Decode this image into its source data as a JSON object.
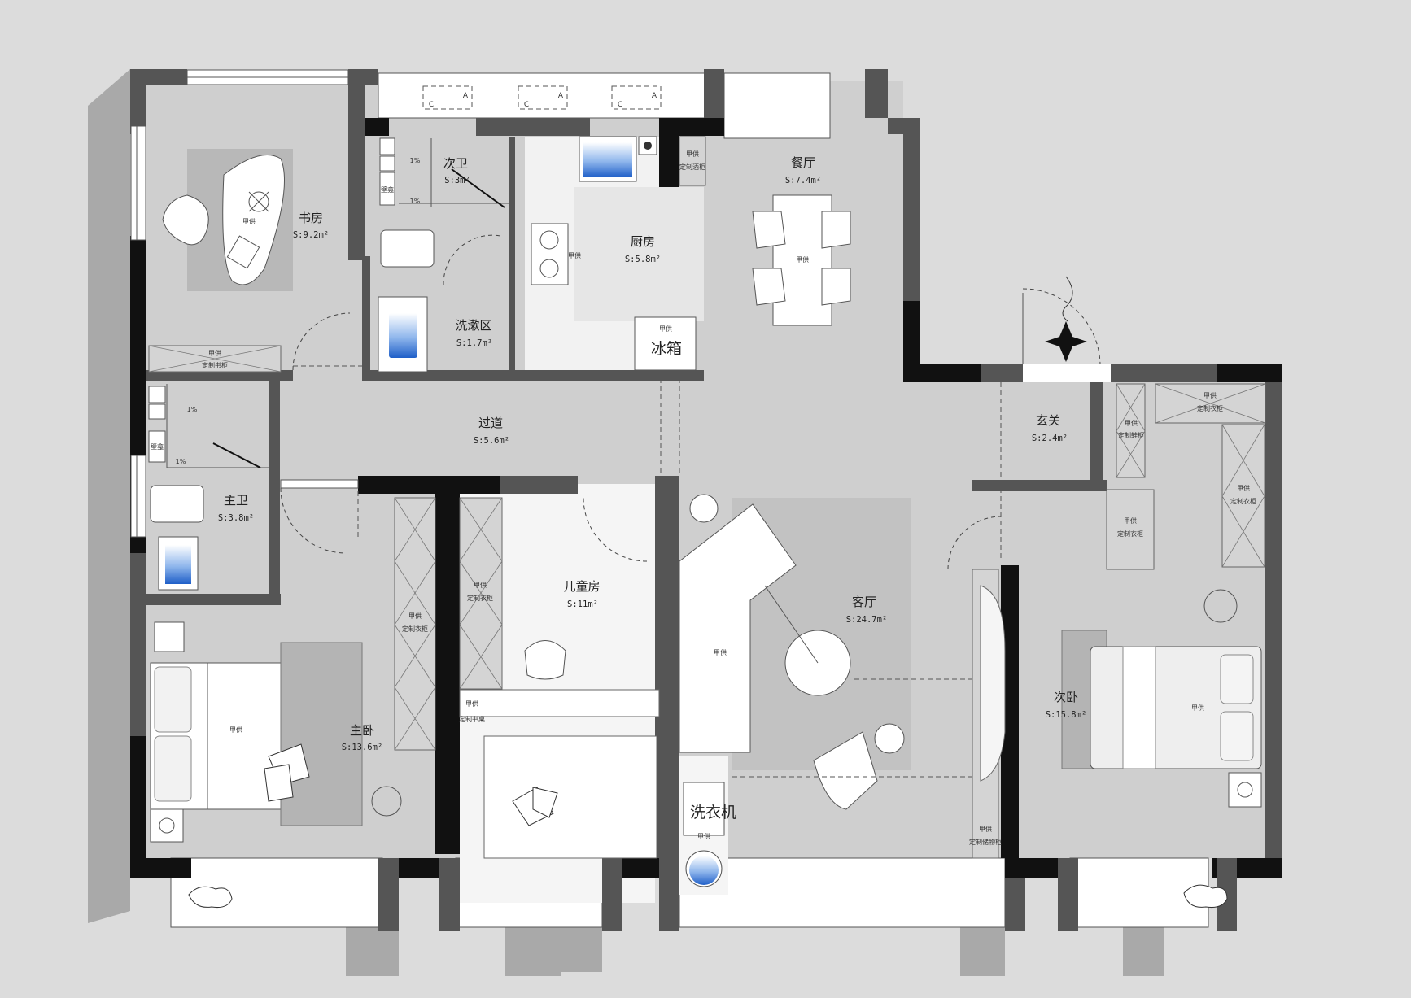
{
  "rooms": {
    "study": {
      "name": "书房",
      "area": "S:9.2m²"
    },
    "second_bath": {
      "name": "次卫",
      "area": "S:3m²"
    },
    "kitchen": {
      "name": "厨房",
      "area": "S:5.8m²"
    },
    "dining": {
      "name": "餐厅",
      "area": "S:7.4m²"
    },
    "washing": {
      "name": "洗漱区",
      "area": "S:1.7m²"
    },
    "corridor": {
      "name": "过道",
      "area": "S:5.6m²"
    },
    "entrance": {
      "name": "玄关",
      "area": "S:2.4m²"
    },
    "master_bath": {
      "name": "主卫",
      "area": "S:3.8m²"
    },
    "kids_room": {
      "name": "儿童房",
      "area": "S:11m²"
    },
    "living": {
      "name": "客厅",
      "area": "S:24.7m²"
    },
    "master_bed": {
      "name": "主卧",
      "area": "S:13.6m²"
    },
    "second_bed": {
      "name": "次卧",
      "area": "S:15.8m²"
    }
  },
  "labels": {
    "supply": "甲供",
    "desk_cabinet": "定制书柜",
    "wardrobe": "定制衣柜",
    "shoe_cabinet": "定制鞋柜",
    "wine_cabinet": "定制酒柜",
    "storage_cabinet": "定制储物柜",
    "desk": "定制书桌",
    "niche": "壁龛",
    "fridge": "冰箱",
    "washer": "洗衣机",
    "slope": "1%",
    "window_a": "A",
    "window_c": "C"
  }
}
